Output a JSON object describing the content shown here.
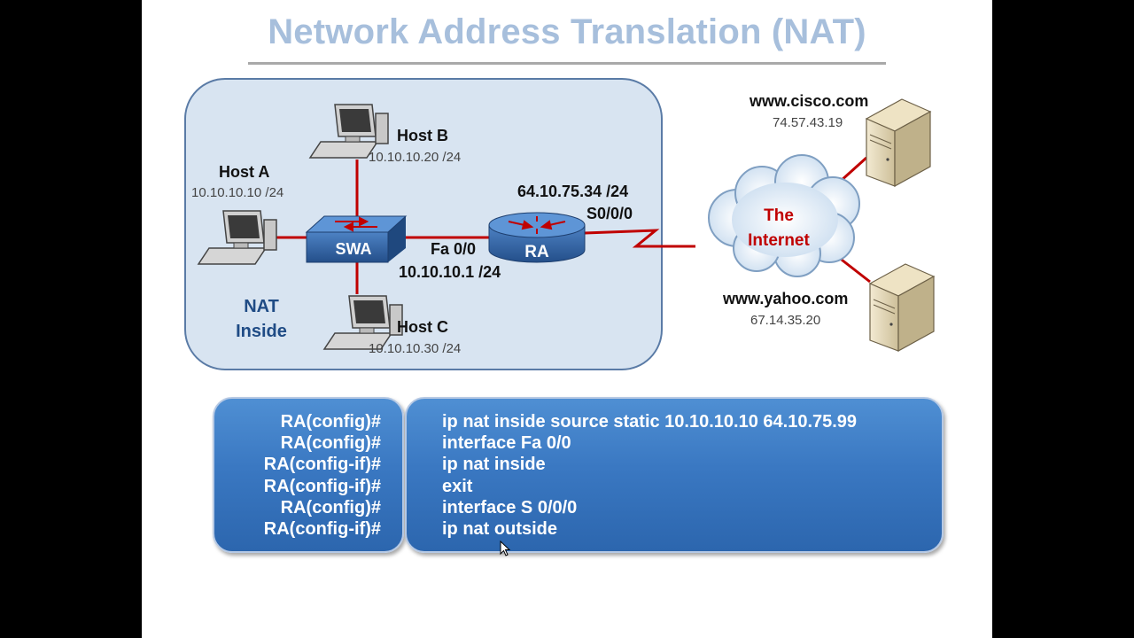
{
  "title": "Network Address Translation (NAT)",
  "hosts": {
    "a": {
      "name": "Host A",
      "ip": "10.10.10.10 /24"
    },
    "b": {
      "name": "Host B",
      "ip": "10.10.10.20 /24"
    },
    "c": {
      "name": "Host C",
      "ip": "10.10.10.30 /24"
    }
  },
  "switch_label": "SWA",
  "router_label": "RA",
  "router_inside": {
    "interface": "Fa 0/0",
    "ip": "10.10.10.1 /24"
  },
  "router_outside": {
    "ip": "64.10.75.34 /24",
    "interface": "S0/0/0"
  },
  "nat_inside": [
    "NAT",
    "Inside"
  ],
  "internet": [
    "The",
    "Internet"
  ],
  "servers": {
    "cisco": {
      "name": "www.cisco.com",
      "ip": "74.57.43.19"
    },
    "yahoo": {
      "name": "www.yahoo.com",
      "ip": "67.14.35.20"
    }
  },
  "prompts": [
    "RA(config)#",
    "RA(config)#",
    "RA(config-if)#",
    "RA(config-if)#",
    "RA(config)#",
    "RA(config-if)#"
  ],
  "commands": [
    "ip nat inside source static 10.10.10.10 64.10.75.99",
    "interface Fa 0/0",
    "ip nat inside",
    "exit",
    "interface S 0/0/0",
    "ip nat outside"
  ],
  "colors": {
    "link": "#c00000",
    "title": "#a7bfdc",
    "device_blue": "#2f5f9e"
  }
}
